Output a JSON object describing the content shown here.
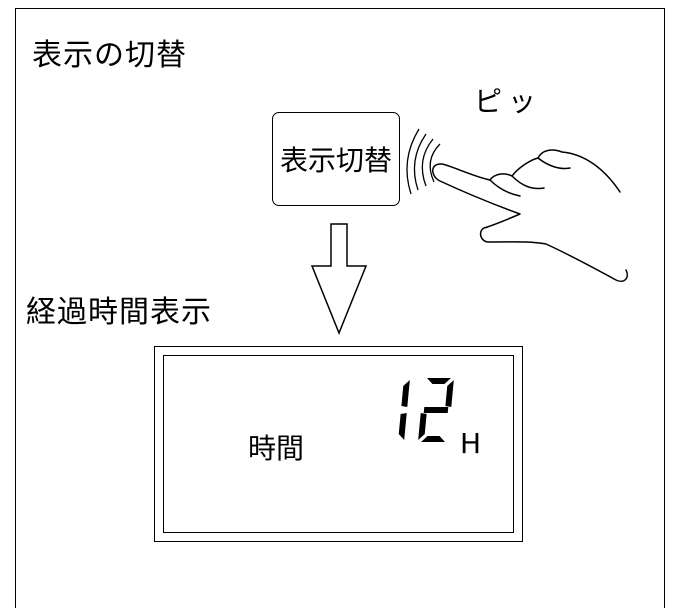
{
  "labels": {
    "section_toggle": "表示の切替",
    "button": "表示切替",
    "sound": "ピッ",
    "section_elapsed": "経過時間表示",
    "display_label": "時間",
    "display_unit": "H"
  },
  "display": {
    "value": 12
  },
  "icons": [
    "hand-pressing-icon",
    "sound-wave-icon",
    "down-arrow-icon"
  ]
}
